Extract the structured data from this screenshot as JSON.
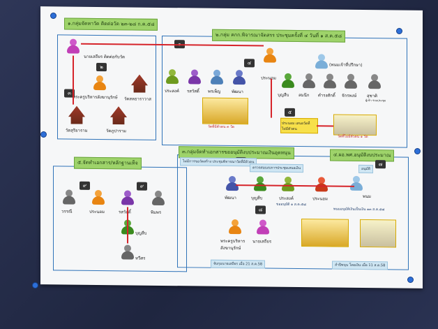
{
  "sections": {
    "s1": "๑.กลุ่มจัดหาวัด ติดต่อวัด ๒๓-๒๘ ก.ค.๕๘",
    "s2": "๒.กลุ่ม คกก.พิจารณาจัดสรร ประชุมครั้งที่ ๔ วันที่ ๑ ส.ค.๕๘",
    "s3": "๓.กลุ่มจัดทำเอกสารขออนุมัติงบประมาณเงินอุดหนุน",
    "s4": "๔.ผอ.พศ.อนุมัติงบประมาณ",
    "s5": "๕.จัดทำเอกสาร/หลักฐานเท็จ"
  },
  "numbers": {
    "n1": "๑",
    "n2": "๒",
    "n3": "๓",
    "n4": "๔",
    "n5": "๕",
    "n6": "๖",
    "n7": "๗",
    "n8": "๘",
    "n9": "๙",
    "n10": "๙"
  },
  "people": {
    "naiyasit": "นายเสถียร ติดต่อกับวัด",
    "monk_chief": "พระครูบริหารสังฆานุรักษ์",
    "wat1": "วัดสุริยาราม",
    "wat2": "วัดภูปาราม",
    "wat3": "วัดสหธาราวาส",
    "prasong": "ประสงค์",
    "rotsawadi": "รสวัสดิ์",
    "phraphong": "พรเพ็ญ",
    "phatthana": "พัฒนา",
    "prathom": "ประนอม",
    "boonsueb": "บุญสืบ",
    "somnuk": "สมนึก",
    "damrongsak": "ดำรงศักดิ์",
    "chakkrapan": "จักรพงษ์",
    "suchat": "สุชาติ",
    "advisor": "(พนมเจ้าที่ปรึกษา)",
    "vannani": "วรรณี",
    "phimphon": "พิมพร",
    "thawisak": "ทวีศร",
    "phanom": "พนม",
    "phrakru2": "พระครูบริหาร สังฆานุรักษ์",
    "naisathian2": "นายเสถียร"
  },
  "captions": {
    "y1": "วัดที่มีตัวตน ๓ วัด",
    "y2": "ประนอม เสนอวัดที่ไม่มีตัวตน",
    "y3": "วัดที่ไม่มีตัวตน ๑ วัด",
    "note1": "ไม่มีการขอวัดสร้าง ประชุมพิจารณาวัดที่มีตัวตน",
    "note2": "ตรวจสอบงบการประชุมเสนอเงิน",
    "note3": "อนุมัติ",
    "note4": "ขออนุมัติ ๑ ส.ค.๕๘",
    "note5": "พนมอนุมัติเงินเป็นเงิน ๑๓ ส.ค.๕๘",
    "note6": "จับกุมนายเสถียร เมื่อ 21 ส.ค.58",
    "note7": "ลำปีพนุน โดยเงิน เมื่อ 11 ส.ค.58",
    "small1": "ผู้เข้า ร่วมประชุม"
  },
  "colors": {
    "frame": "#2e72b8",
    "title": "#9ed36a",
    "arrow": "#d6242a",
    "yellow": "#f7e04a"
  }
}
